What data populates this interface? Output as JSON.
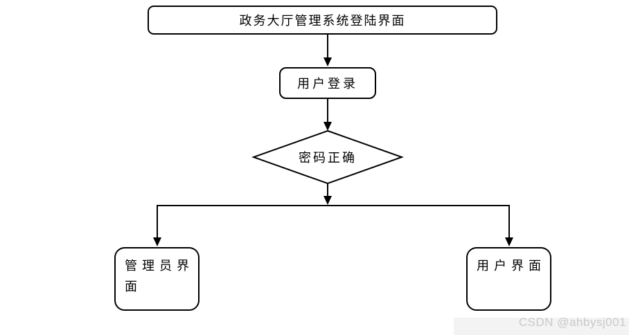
{
  "diagram": {
    "type": "flowchart",
    "nodes": {
      "title": {
        "label": "政务大厅管理系统登陆界面",
        "shape": "rounded-rectangle"
      },
      "login": {
        "label": "用户登录",
        "shape": "rounded-rectangle"
      },
      "decision": {
        "label": "密码正确",
        "shape": "diamond"
      },
      "admin": {
        "label": "管理员界面",
        "shape": "rounded-rectangle"
      },
      "user": {
        "label": "用户界面",
        "shape": "rounded-rectangle"
      }
    },
    "edges": [
      {
        "from": "title",
        "to": "login"
      },
      {
        "from": "login",
        "to": "decision"
      },
      {
        "from": "decision",
        "to": "admin"
      },
      {
        "from": "decision",
        "to": "user"
      }
    ]
  },
  "watermark": {
    "text": "CSDN @ahbysj001",
    "color": "#c9c9c9"
  },
  "colors": {
    "stroke": "#000000",
    "background": "#ffffff",
    "corner_background": "#f3f3f3"
  }
}
